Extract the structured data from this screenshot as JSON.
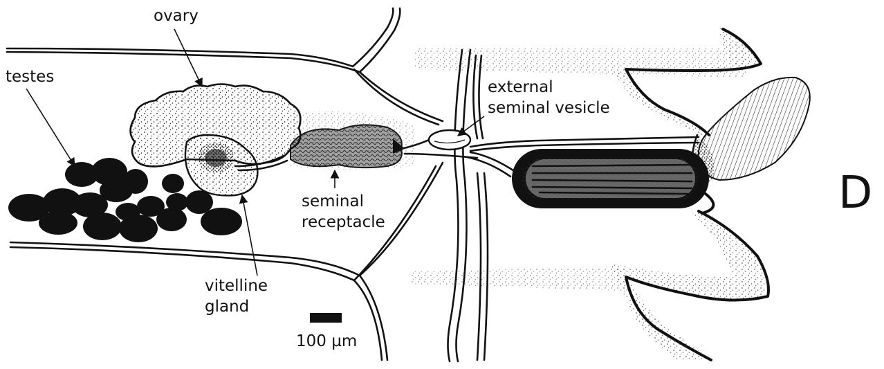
{
  "figure": {
    "panel_letter": "D",
    "labels": {
      "ovary": "ovary",
      "testes": "testes",
      "external_seminal_vesicle_line1": "external",
      "external_seminal_vesicle_line2": "seminal vesicle",
      "seminal_receptacle_line1": "seminal",
      "seminal_receptacle_line2": "receptacle",
      "vitelline_gland_line1": "vitelline",
      "vitelline_gland_line2": "gland"
    },
    "scale_bar": {
      "label": "100 µm"
    }
  }
}
